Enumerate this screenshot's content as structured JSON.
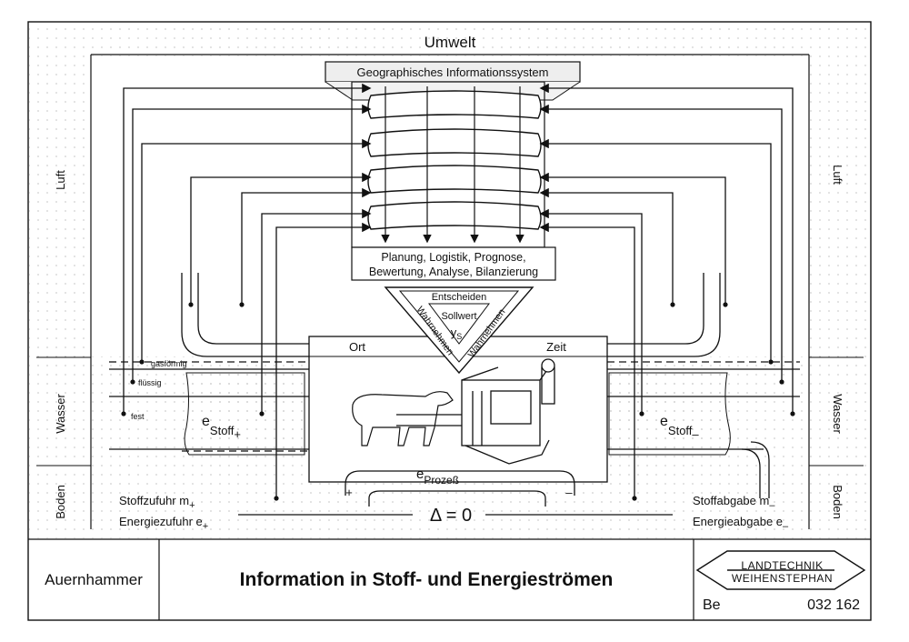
{
  "diagram": {
    "umwelt": "Umwelt",
    "gis": "Geographisches Informationssystem",
    "planung_line1": "Planung, Logistik, Prognose,",
    "planung_line2": "Bewertung, Analyse, Bilanzierung",
    "entscheiden": "Entscheiden",
    "wahrnehmen_left": "Wahrnehmen",
    "wahrnehmen_right": "Wahrnehmen",
    "sollwert": "Sollwert",
    "ys": "y",
    "ys_sub": "S",
    "ort": "Ort",
    "zeit": "Zeit",
    "luft_left": "Luft",
    "luft_right": "Luft",
    "wasser_left": "Wasser",
    "wasser_right": "Wasser",
    "boden_left": "Boden",
    "boden_right": "Boden",
    "gasfoermig": "gasförmig",
    "fluessig": "flüssig",
    "fest": "fest",
    "e_stoff_plus": "e",
    "e_stoff_plus_sub": "Stoff",
    "e_stoff_plus_sign": "+",
    "e_stoff_minus": "e",
    "e_stoff_minus_sub": "Stoff",
    "e_stoff_minus_sign": "–",
    "e_prozess": "e",
    "e_prozess_sub": "Prozeß",
    "plus": "+",
    "minus": "–",
    "delta": "Δ = 0",
    "stoffzufuhr": "Stoffzufuhr m",
    "stoffzufuhr_sign": "+",
    "energiezufuhr": "Energiezufuhr e",
    "energiezufuhr_sign": "+",
    "stoffabgabe": "Stoffabgabe m",
    "stoffabgabe_sign": "–",
    "energieabgabe": "Energieabgabe e",
    "energieabgabe_sign": "–"
  },
  "footer": {
    "author": "Auernhammer",
    "title": "Information in Stoff- und Energieströmen",
    "logo_line1": "LANDTECHNIK",
    "logo_line2": "WEIHENSTEPHAN",
    "code": "Be",
    "number": "032 162"
  }
}
